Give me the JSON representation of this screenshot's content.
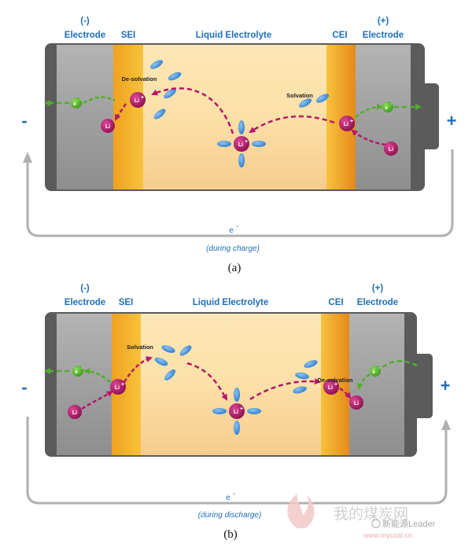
{
  "panels": [
    {
      "caption": "(a)",
      "neg_electrode": {
        "sign_line": "(-)",
        "name_line": "Electrode"
      },
      "sei": "SEI",
      "electrolyte": "Liquid Electrolyte",
      "cei": "CEI",
      "pos_electrode": {
        "sign_line": "(+)",
        "name_line": "Electrode"
      },
      "left_process": "De-solvation",
      "right_process": "Solvation",
      "minus_sign": "-",
      "plus_sign": "+",
      "electron_label": "e",
      "electron_sup": "-",
      "during": "(during charge)",
      "ions": {
        "li": "Li",
        "li_plus": "Li",
        "plus_sup": "+",
        "electron": "e",
        "electron_sup": "-"
      }
    },
    {
      "caption": "(b)",
      "neg_electrode": {
        "sign_line": "(-)",
        "name_line": "Electrode"
      },
      "sei": "SEI",
      "electrolyte": "Liquid Electrolyte",
      "cei": "CEI",
      "pos_electrode": {
        "sign_line": "(+)",
        "name_line": "Electrode"
      },
      "left_process": "Solvation",
      "right_process": "De-solvation",
      "minus_sign": "-",
      "plus_sign": "+",
      "electron_label": "e",
      "electron_sup": "-",
      "during": "(during discharge)",
      "ions": {
        "li": "Li",
        "li_plus": "Li",
        "plus_sup": "+",
        "electron": "e",
        "electron_sup": "-"
      }
    }
  ],
  "watermark": {
    "brand": "我的煤炭网",
    "account": "新能源Leader",
    "url": "www.mycoal.cn"
  },
  "colors": {
    "header_blue": "#1f6fb8",
    "electrode_gray": "#9a9a9a",
    "cell_dark": "#5a5a5a",
    "sei_orange": "#f0a020",
    "electrolyte": "#fce0a8",
    "solvent_blue": "#4f97e0",
    "li_magenta": "#b8156a",
    "electron_green": "#5cb82c",
    "arrow_magenta": "#b8156a",
    "arrow_green": "#4fae2a",
    "circuit_gray": "#b0b0b0"
  }
}
